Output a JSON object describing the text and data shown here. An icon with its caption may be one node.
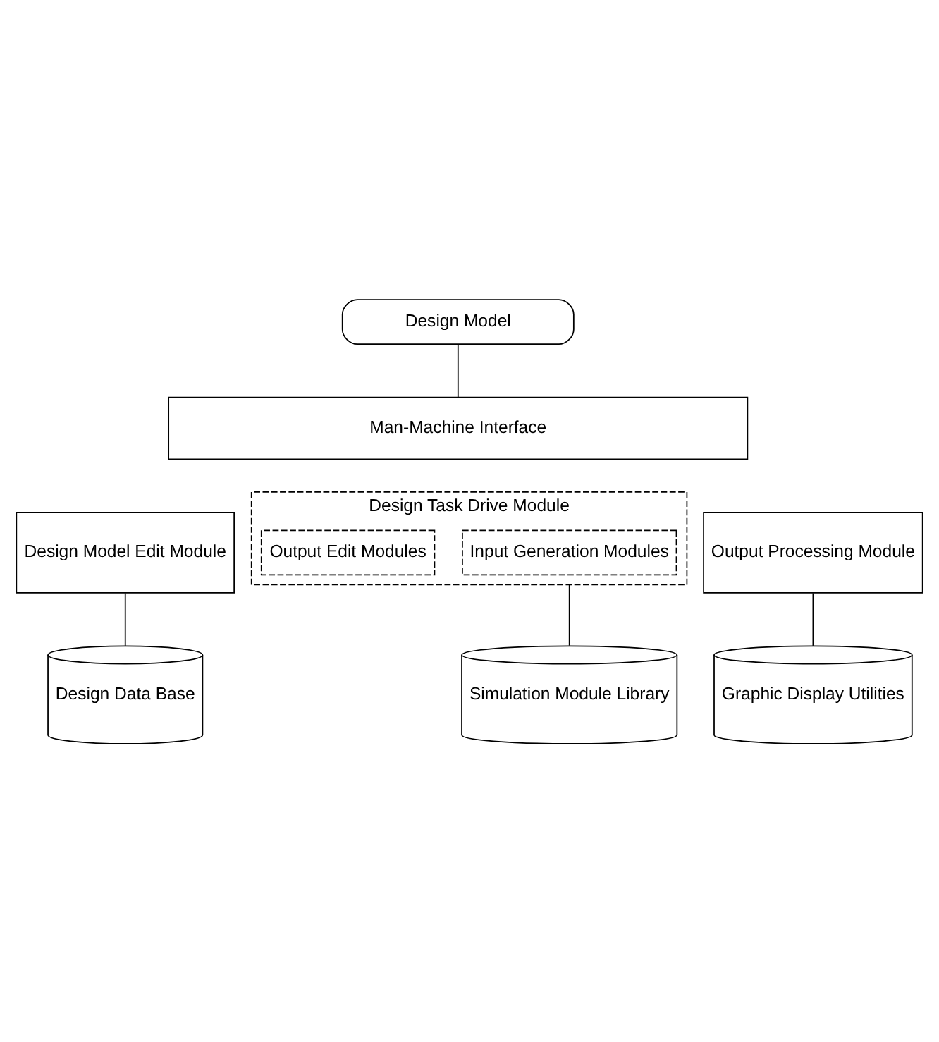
{
  "diagram": {
    "nodes": [
      {
        "text": [
          "Design Model"
        ]
      },
      {
        "text": [
          "Man-Machine Interface"
        ]
      },
      {
        "text": [
          "Design Model Edit Module"
        ]
      },
      {
        "text": [
          "Design Task Drive Module"
        ]
      },
      {
        "text": [
          "Output Processing Module"
        ]
      },
      {
        "text": [
          "Input Generation Modules"
        ],
        "in": 3
      },
      {
        "text": [
          "Output Edit Modules"
        ],
        "in": 3
      },
      {
        "text": [
          "Design Data Base"
        ]
      },
      {
        "text": [
          "Simulation Module Library"
        ]
      },
      {
        "text": [
          "Graphic Display Utilities"
        ]
      }
    ],
    "edges": [
      {
        "from": 0,
        "to": 1,
        "arrow": "none"
      },
      {
        "from": 2,
        "to": 7,
        "arrow": "none"
      },
      {
        "from": 3,
        "to": 8,
        "arrow": "none"
      },
      {
        "from": 4,
        "to": 9,
        "arrow": "none"
      }
    ]
  }
}
